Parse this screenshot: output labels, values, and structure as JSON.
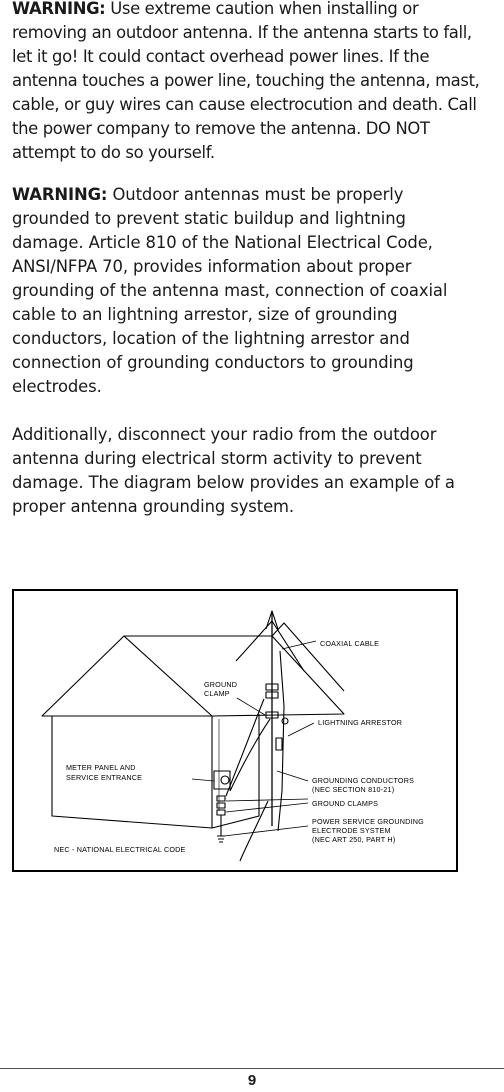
{
  "warning1": {
    "label": "WARNING:",
    "text": " Use extreme caution when installing or removing an outdoor antenna. If the antenna starts to fall, let it go! It could contact overhead power lines. If the antenna touches a power line, touching the antenna, mast, cable, or guy wires can cause electrocution and death. Call the power company to remove the antenna. DO NOT attempt to do so yourself."
  },
  "warning2": {
    "label": "WARNING:",
    "text": " Outdoor antennas must be properly grounded to prevent static buildup and lightning damage. Article 810 of the National Electrical Code, ANSI/NFPA 70, provides information about proper grounding of the antenna mast, connection of coaxial cable to an lightning arrestor, size of grounding conductors, location of the lightning arrestor and connection of grounding conductors to grounding electrodes."
  },
  "additional": "Additionally, disconnect your radio from the outdoor antenna during electrical storm activity to prevent damage. The diagram below provides an example of a proper antenna grounding system.",
  "diagram": {
    "coaxial_cable": "COAXIAL CABLE",
    "ground_clamp_1": "GROUND",
    "ground_clamp_2": "CLAMP",
    "lightning_arrestor": "LIGHTNING ARRESTOR",
    "meter_panel_1": "METER PANEL AND",
    "meter_panel_2": "SERVICE ENTRANCE",
    "grounding_conductors_1": "GROUNDING CONDUCTORS",
    "grounding_conductors_2": "(NEC SECTION 810-21)",
    "ground_clamps": "GROUND CLAMPS",
    "power_service_1": "POWER SERVICE GROUNDING",
    "power_service_2": "ELECTRODE SYSTEM",
    "power_service_3": "(NEC ART 250, PART H)",
    "nec": "NEC - NATIONAL ELECTRICAL CODE"
  },
  "page_number": "9"
}
